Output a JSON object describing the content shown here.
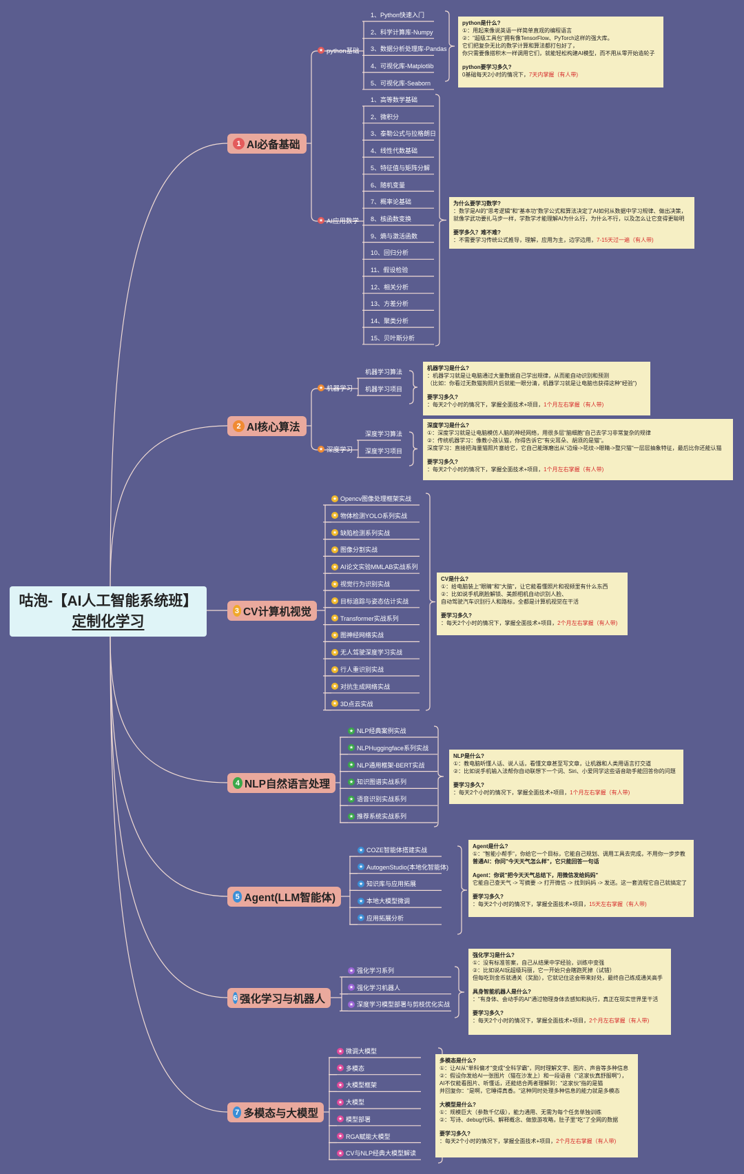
{
  "root": {
    "line1": "咕泡-【AI人工智能系统班】",
    "line2": "定制化学习"
  },
  "colors": {
    "background": "#5b5d8f",
    "branch": "#eaa99d",
    "root": "#dff4f7",
    "note": "#f6efc4",
    "line": "#f2dcd4",
    "highlight": "#d52a2a"
  },
  "branches": [
    {
      "num": "1",
      "label": "AI必备基础",
      "num_color": "#e35b5b",
      "subs": [
        {
          "label": "python基础",
          "marker_color": "#e35b5b",
          "leaves": [
            "1、Python快速入门",
            "2、科学计算库-Numpy",
            "3、数据分析处理库-Pandas",
            "4、可视化库-Matplotlib",
            "5、可视化库-Seaborn"
          ],
          "note": [
            {
              "t": "python是什么?",
              "b": true
            },
            {
              "t": "①：用起来像说英语一样简单直观的编程语言"
            },
            {
              "t": "②：\"超级工具包\"拥有像TensorFlow、PyTorch这样的强大库。"
            },
            {
              "t": "它们把复杂无比的数学计算和算法都打包好了，"
            },
            {
              "t": "你只需要像搭积木一样调用它们，就能轻松构建AI模型，而不用从零开始造轮子"
            },
            {
              "gap": true
            },
            {
              "t": "python要学习多久?",
              "b": true
            },
            {
              "t": "0基础每天2小时的情况下，",
              "r": "7天内掌握（有人带)"
            }
          ]
        },
        {
          "label": "AI应用数学",
          "marker_color": "#e35b5b",
          "leaves": [
            "1、高等数学基础",
            "2、微积分",
            "3、泰勒公式与拉格朗日",
            "4、线性代数基础",
            "5、特征值与矩阵分解",
            "6、随机变量",
            "7、概率论基础",
            "8、核函数变换",
            "9、熵与激活函数",
            "10、回归分析",
            "11、假设检验",
            "12、相关分析",
            "13、方差分析",
            "14、聚类分析",
            "15、贝叶斯分析"
          ],
          "note": [
            {
              "t": "为什么要学习数学?",
              "b": true
            },
            {
              "t": "：数学是AI的\"思考逻辑\"和\"基本功\"数学公式和算法决定了AI如何从数据中学习规律、做出决策，"
            },
            {
              "t": "就像学武功要扎马步一样，学数学才能理解AI为什么行，为什么不行，以及怎么让它变得更聪明"
            },
            {
              "gap": true
            },
            {
              "t": "要学多久？难不难?",
              "b": true
            },
            {
              "t": "：不需要学习传统公式推导，理解，应用为主，边学边用，",
              "r": "7-15天过一遍（有人带)"
            }
          ]
        }
      ]
    },
    {
      "num": "2",
      "label": "AI核心算法",
      "num_color": "#f08a32",
      "subs": [
        {
          "label": "机器学习",
          "marker_color": "#f08a32",
          "leaves": [
            "机器学习算法",
            "机器学习项目"
          ],
          "note": [
            {
              "t": "机器学习是什么?",
              "b": true
            },
            {
              "t": "：机器学习就是让电脑通过大量数据自己学出规律，从而能自动识别和预测"
            },
            {
              "t": "（比如：你看过无数猫狗照片后就能一眼分清，机器学习就是让电脑也获得这种\"经验\")"
            },
            {
              "gap": true
            },
            {
              "t": "要学习多久?",
              "b": true
            },
            {
              "t": "：每天2个小时的情况下，掌握全面技术+项目，",
              "r": "1个月左右掌握（有人带)"
            }
          ]
        },
        {
          "label": "深度学习",
          "marker_color": "#f08a32",
          "leaves": [
            "深度学习算法",
            "深度学习项目"
          ],
          "note": [
            {
              "t": "深度学习是什么?",
              "b": true
            },
            {
              "t": "①：深度学习就是让电脑模仿人脑的神经网络，用很多层\"脑细胞\"自己去学习非常复杂的规律"
            },
            {
              "t": "②：传统机器学习：像教小孩认猫，你得告诉它\"有尖耳朵、胡须的是猫\"。"
            },
            {
              "t": "深度学习：直接把海量猫照片塞给它，它自己能琢磨出从\"边缘->花纹->眼睛->整只猫\"一层层抽象特征，最后比你还能认猫"
            },
            {
              "gap": true
            },
            {
              "t": "要学习多久?",
              "b": true
            },
            {
              "t": "：每天2个小时的情况下，掌握全面技术+项目，",
              "r": "1个月左右掌握（有人带)"
            }
          ]
        }
      ]
    },
    {
      "num": "3",
      "label": "CV计算机视觉",
      "num_color": "#f0a82a",
      "marker_color": "#f0b82a",
      "leaves": [
        "Opencv图像处理框架实战",
        "物体检测YOLO系列实战",
        "缺陷检测系列实战",
        "图像分割实战",
        "AI论文实验MMLAB实战系列",
        "视觉行为识别实战",
        "目标追踪与姿态估计实战",
        "Transformer实战系列",
        "图神经网络实战",
        "无人驾驶深度学习实战",
        "行人重识别实战",
        "对抗生成网络实战",
        "3D点云实战"
      ],
      "note": [
        {
          "t": "CV是什么?",
          "b": true
        },
        {
          "t": "①：给电脑装上\"眼睛\"和\"大脑\"，让它能看懂照片和视频里有什么东西"
        },
        {
          "t": "②：比如说手机刷脸解锁、美颜相机自动识别人脸、"
        },
        {
          "t": "自动驾驶汽车识别行人和路标，全都是计算机视觉在干活"
        },
        {
          "gap": true
        },
        {
          "t": "要学习多久?",
          "b": true
        },
        {
          "t": "：每天2个小时的情况下，掌握全面技术+项目，",
          "r": "2个月左右掌握（有人带)"
        }
      ]
    },
    {
      "num": "4",
      "label": "NLP自然语言处理",
      "num_color": "#3aa84a",
      "marker_color": "#3aa84a",
      "leaves": [
        "NLP经典案例实战",
        "NLPHuggingface系列实战",
        "NLP通用框架-BERT实战",
        "知识图谱实战系列",
        "语音识别实战系列",
        "推荐系统实战系列"
      ],
      "note": [
        {
          "t": "NLP是什么?",
          "b": true
        },
        {
          "t": "①：教电脑听懂人话、说人话，看懂文章甚至写文章，让机器和人类用语言打交道"
        },
        {
          "t": "②：比如说手机输入法帮你自动联想下一个词、Siri、小爱同学这些语音助手能回答你的问题"
        },
        {
          "gap": true
        },
        {
          "t": "要学习多久?",
          "b": true
        },
        {
          "t": "：每天2个小时的情况下，掌握全面技术+项目，",
          "r": "1个月左右掌握（有人带)"
        }
      ]
    },
    {
      "num": "5",
      "label": "Agent(LLM智能体)",
      "num_color": "#3b8fd6",
      "marker_color": "#3b8fd6",
      "leaves": [
        "COZE智能体搭建实战",
        "AutogenStudio(本地化智能体)",
        "知识库与应用拓展",
        "本地大模型微调",
        "应用拓展分析"
      ],
      "note": [
        {
          "t": "Agent是什么?",
          "b": true
        },
        {
          "t": "①：\"智能小帮手\"，你给它一个目标，它能自己规划、调用工具去完成，不用你一步步教"
        },
        {
          "t": "普通AI：你问\"今天天气怎么样\"，它只能回答一句话",
          "b": true
        },
        {
          "gap": true
        },
        {
          "t": "Agent：你说\"把今天天气总结下，用微信发给妈妈\"",
          "b": true
        },
        {
          "t": "它能自己查天气 -> 写摘要 -> 打开微信 -> 找到妈妈 -> 发送。这一套流程它自己就搞定了"
        },
        {
          "gap": true
        },
        {
          "t": "要学习多久?",
          "b": true
        },
        {
          "t": "：每天2个小时的情况下，掌握全面技术+项目，",
          "r": "15天左右掌握（有人带)"
        }
      ]
    },
    {
      "num": "6",
      "label": "强化学习与机器人",
      "num_color": "#3b8fd6",
      "marker_color": "#9a64d6",
      "leaves": [
        "强化学习系列",
        "强化学习机器人",
        "深度学习模型部署与剪枝优化实战"
      ],
      "note": [
        {
          "t": "强化学习是什么?",
          "b": true
        },
        {
          "t": "①：没有标准答案，自己从结果中学经验，训练中变强"
        },
        {
          "t": "②：比如说AI玩超级玛丽，它一开始只会瞎跑死掉（试错）"
        },
        {
          "t": "但每吃到金币就通关（奖励），它就记住这会带来好处，最终自己练成通关高手"
        },
        {
          "gap": true
        },
        {
          "t": "具身智能机器人是什么?",
          "b": true
        },
        {
          "t": "：\"有身体、会动手的AI\"通过物理身体去感知和执行，真正在现实世界里干活"
        },
        {
          "gap": true
        },
        {
          "t": "要学习多久?",
          "b": true
        },
        {
          "t": "：每天2个小时的情况下，掌握全面技术+项目，",
          "r": "2个月左右掌握（有人带)"
        }
      ]
    },
    {
      "num": "7",
      "label": "多模态与大模型",
      "num_color": "#3b8fd6",
      "marker_color": "#e04a9a",
      "leaves": [
        "微调大模型",
        "多模态",
        "大模型框架",
        "大模型",
        "模型部署",
        "RGA赋能大模型",
        "CV与NLP经典大模型解读"
      ],
      "note": [
        {
          "t": "多模态是什么?",
          "b": true
        },
        {
          "t": "①：让AI从\"单科偏才\"变成\"全科学霸\"，同时理解文字、图片、声音等多种信息"
        },
        {
          "t": "②：假设你发给AI一张图片（猫在沙发上）和一段语音（\"这家伙真舒服啊\"），"
        },
        {
          "t": "AI不仅能看图片、听懂话，还能结合两者理解到：\"这家伙\"指的是猫"
        },
        {
          "t": "并回复你：\"是啊，它睡得真香。\"这种同时处理多种信息的能力就是多模态"
        },
        {
          "gap": true
        },
        {
          "t": "大模型是什么?",
          "b": true
        },
        {
          "t": "①：规模巨大（参数千亿级），能力通用、无需为每个任务单独训练"
        },
        {
          "t": "②：写诗、debug代码、解释概念、做旅游攻略，肚子里\"吃\"了全网的数据"
        },
        {
          "gap": true
        },
        {
          "t": "要学习多久?",
          "b": true
        },
        {
          "t": "：每天2个小时的情况下，掌握全面技术+项目，",
          "r": "2个月左右掌握（有人带)"
        }
      ]
    }
  ]
}
